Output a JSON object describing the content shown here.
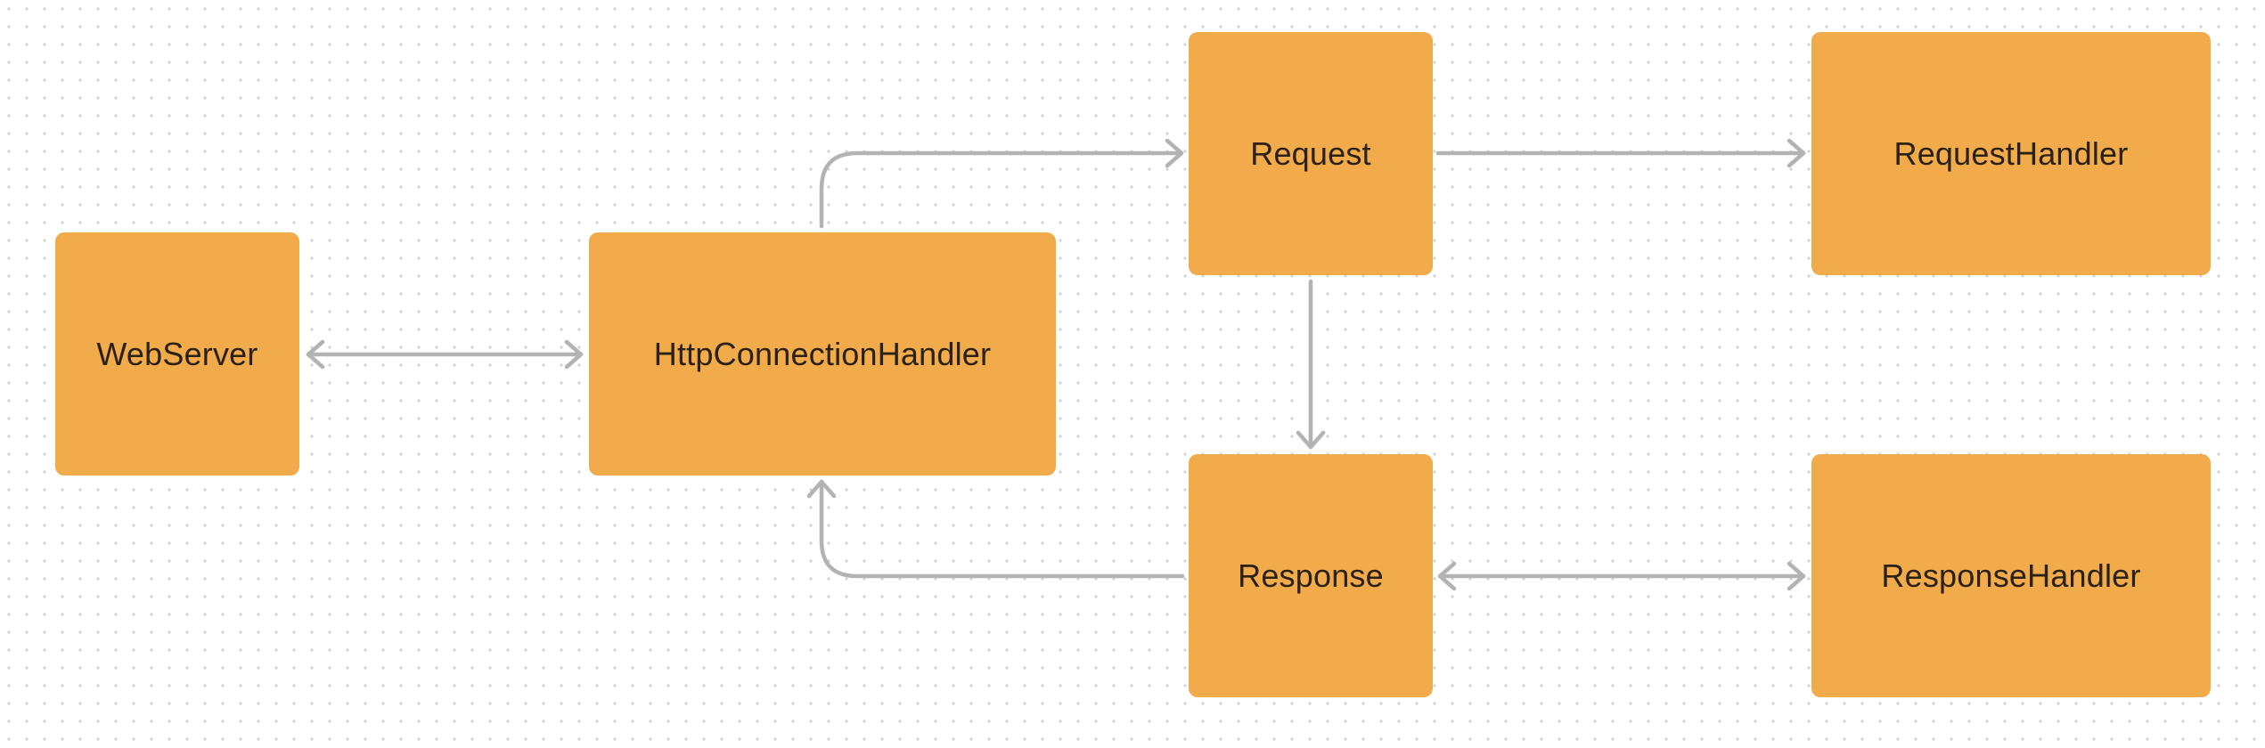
{
  "diagram": {
    "nodes": {
      "webserver": "WebServer",
      "http_connection_handler": "HttpConnectionHandler",
      "request": "Request",
      "response": "Response",
      "request_handler": "RequestHandler",
      "response_handler": "ResponseHandler"
    },
    "edges": [
      {
        "from": "WebServer",
        "to": "HttpConnectionHandler",
        "bidirectional": true
      },
      {
        "from": "HttpConnectionHandler",
        "to": "Request",
        "bidirectional": false
      },
      {
        "from": "Request",
        "to": "RequestHandler",
        "bidirectional": false
      },
      {
        "from": "Request",
        "to": "Response",
        "bidirectional": false
      },
      {
        "from": "Response",
        "to": "HttpConnectionHandler",
        "bidirectional": false
      },
      {
        "from": "Response",
        "to": "ResponseHandler",
        "bidirectional": true
      }
    ],
    "colors": {
      "node_fill": "#f2ab4a",
      "node_text": "#2a2118",
      "edge": "#b3b3b3",
      "background_dot": "#d4d4d4"
    }
  }
}
